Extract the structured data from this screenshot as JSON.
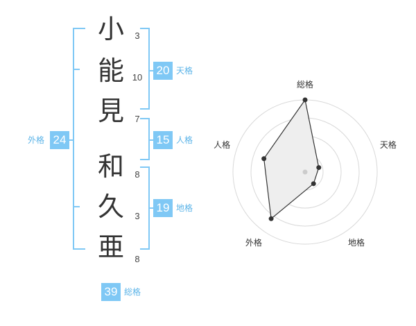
{
  "name_chars": [
    {
      "char": "小",
      "strokes": "3"
    },
    {
      "char": "能",
      "strokes": "10"
    },
    {
      "char": "見",
      "strokes": "7"
    },
    {
      "char": "和",
      "strokes": "8"
    },
    {
      "char": "久",
      "strokes": "3"
    },
    {
      "char": "亜",
      "strokes": "8"
    }
  ],
  "fortunes": {
    "tenkaku": {
      "value": "20",
      "label": "天格"
    },
    "jinkaku": {
      "value": "15",
      "label": "人格"
    },
    "chikaku": {
      "value": "19",
      "label": "地格"
    },
    "gaikaku": {
      "value": "24",
      "label": "外格"
    },
    "soukaku": {
      "value": "39",
      "label": "総格"
    }
  },
  "colors": {
    "accent": "#7fc8f5",
    "label": "#5cb4e8",
    "polygon_fill": "#eeeeee"
  },
  "chart_data": {
    "type": "radar",
    "axes": [
      "総格",
      "天格",
      "地格",
      "外格",
      "人格"
    ],
    "values": [
      5,
      1,
      1,
      4,
      3
    ],
    "max": 5,
    "rings": 4
  }
}
